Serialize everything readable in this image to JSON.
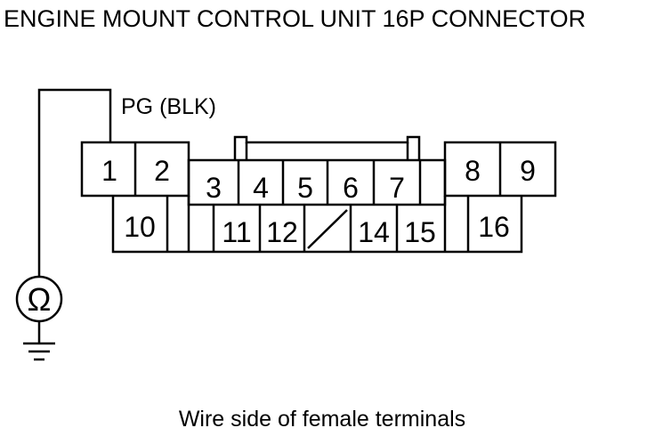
{
  "title": "ENGINE MOUNT CONTROL UNIT 16P CONNECTOR",
  "wire_label": "PG (BLK)",
  "caption": "Wire side of female terminals",
  "meter_symbol": "Ω",
  "meter_icon": "ohmmeter-icon",
  "ground_icon": "ground-icon",
  "pins": {
    "p1": "1",
    "p2": "2",
    "p3": "3",
    "p4": "4",
    "p5": "5",
    "p6": "6",
    "p7": "7",
    "p8": "8",
    "p9": "9",
    "p10": "10",
    "p11": "11",
    "p12": "12",
    "p14": "14",
    "p15": "15",
    "p16": "16"
  },
  "colors": {
    "stroke": "#000000",
    "background": "#ffffff"
  }
}
